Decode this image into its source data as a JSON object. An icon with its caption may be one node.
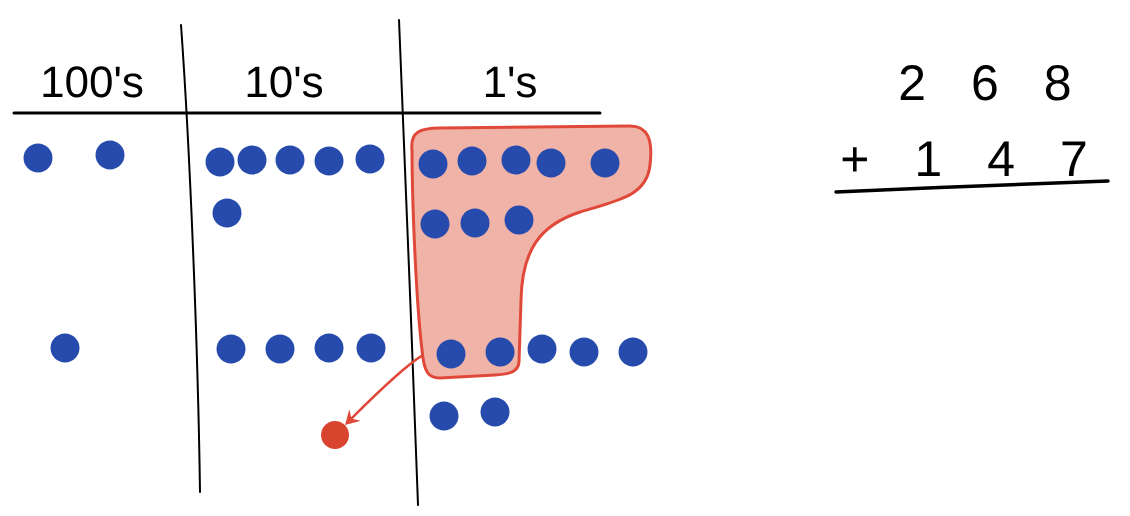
{
  "diagram": {
    "nodes": [
      {
        "text": [],
        "shape": "blob"
      },
      {
        "text": [],
        "shape": "circle"
      }
    ],
    "edges": [
      {
        "from": 0,
        "to": 1,
        "arrow": "to",
        "color": "#e0493a"
      }
    ],
    "labels": [
      "100's",
      "10's",
      "1's",
      "2 6 8",
      "+ 1 4 7"
    ]
  }
}
